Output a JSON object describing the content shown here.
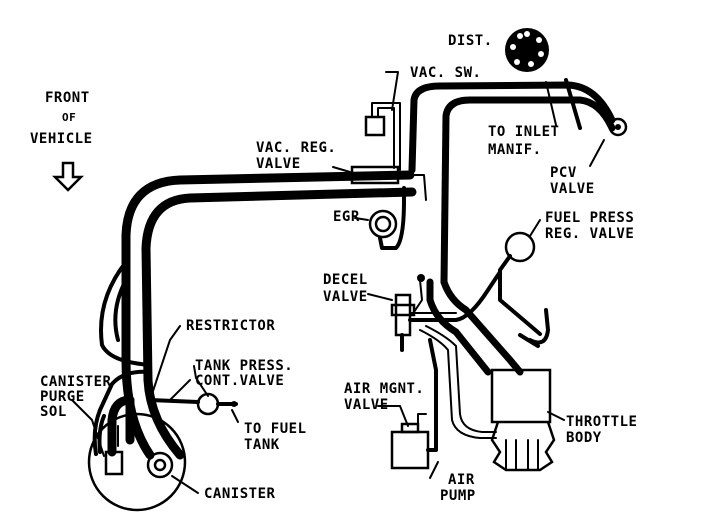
{
  "labels": {
    "front_line1": "FRONT",
    "front_line2": "OF",
    "front_line3": "VEHICLE",
    "dist": "DIST.",
    "vac_sw": "VAC. SW.",
    "to_inlet_line1": "TO INLET",
    "to_inlet_line2": "MANIF.",
    "vac_reg_line1": "VAC. REG.",
    "vac_reg_line2": "VALVE",
    "pcv_line1": "PCV",
    "pcv_line2": "VALVE",
    "egr": "EGR",
    "fuel_press_line1": "FUEL PRESS",
    "fuel_press_line2": "REG. VALVE",
    "decel_line1": "DECEL",
    "decel_line2": "VALVE",
    "restrictor": "RESTRICTOR",
    "tank_press_line1": "TANK PRESS.",
    "tank_press_line2": "CONT.VALVE",
    "canister_purge_line1": "CANISTER",
    "canister_purge_line2": "PURGE",
    "canister_purge_line3": "SOL",
    "to_fuel_line1": "TO FUEL",
    "to_fuel_line2": "TANK",
    "air_mgnt_line1": "AIR MGNT.",
    "air_mgnt_line2": "VALVE",
    "throttle_line1": "THROTTLE",
    "throttle_line2": "BODY",
    "air_pump_line1": "AIR",
    "air_pump_line2": "PUMP",
    "canister": "CANISTER"
  },
  "icons": {
    "front_arrow": "down-arrow-icon"
  },
  "colors": {
    "ink": "#000000",
    "paper": "#ffffff"
  }
}
